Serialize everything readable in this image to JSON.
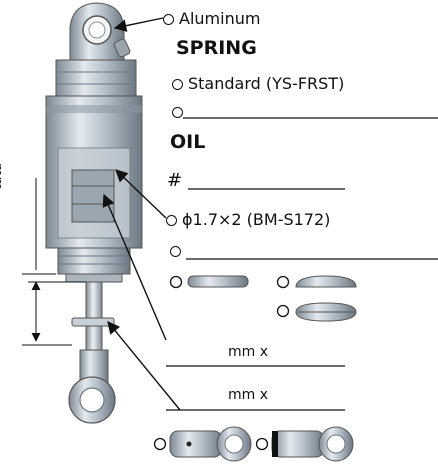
{
  "labels": {
    "top_mount": "Aluminum",
    "spring_header": "SPRING",
    "spring_option1": "Standard (YS-FRST)",
    "oil_header": "OIL",
    "oil_prefix": "#",
    "piston_option1": "ϕ1.7×2 (BM-S172)",
    "dim_unit_left": "mm",
    "dim_row1": "mm x",
    "dim_row2": "mm x"
  },
  "colors": {
    "line": "#111111",
    "metal_dark": "#6e7a85",
    "metal_mid": "#a7b3bd",
    "metal_light": "#dde4ea"
  },
  "icons": {
    "option_marker": "circle-outline-icon",
    "leader": "arrow-icon"
  }
}
